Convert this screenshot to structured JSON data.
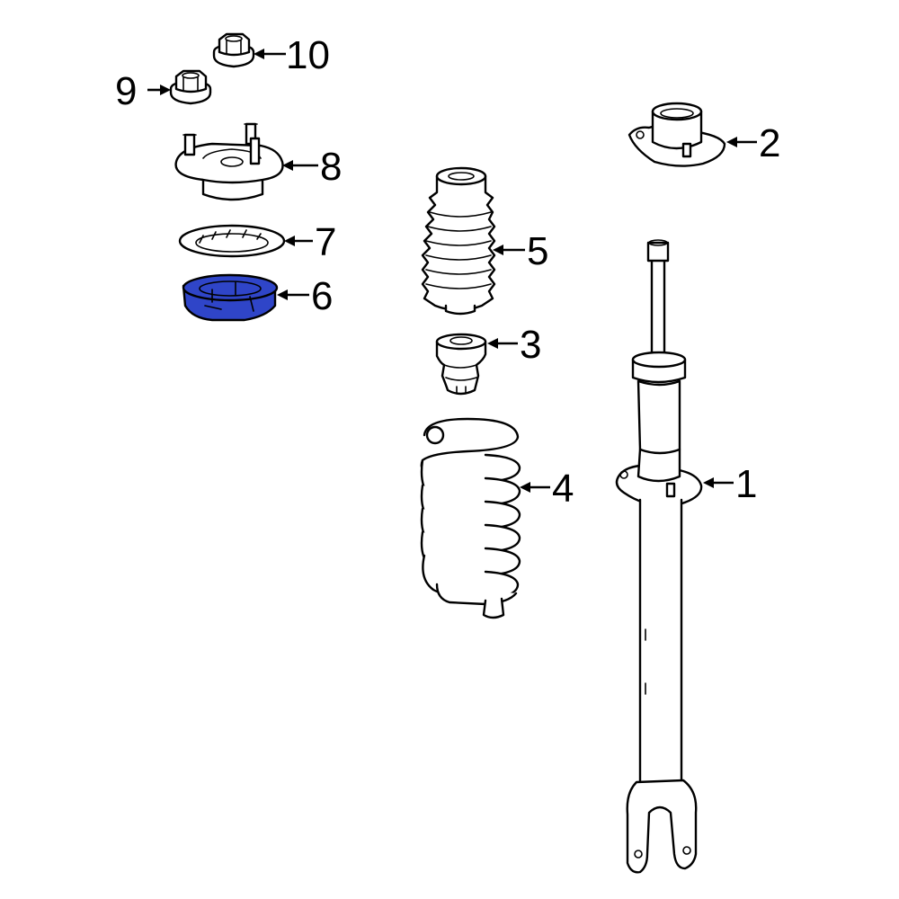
{
  "colors": {
    "background": "#ffffff",
    "line": "#000000",
    "highlight": "#2f45c8"
  },
  "highlighted_part": "6",
  "callouts": {
    "c1": "1",
    "c2": "2",
    "c3": "3",
    "c4": "4",
    "c5": "5",
    "c6": "6",
    "c7": "7",
    "c8": "8",
    "c9": "9",
    "c10": "10"
  }
}
